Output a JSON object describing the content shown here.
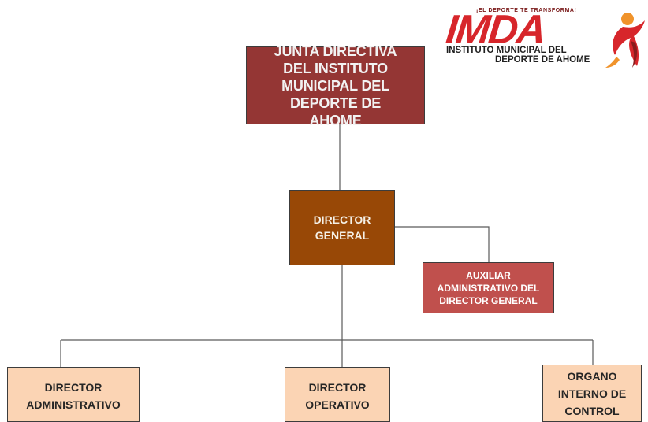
{
  "logo": {
    "slogan": "¡EL DEPORTE TE TRANSFORMA!",
    "wordmark": "IMDA",
    "subtitle_line1": "INSTITUTO MUNICIPAL DEL",
    "subtitle_line2": "DEPORTE DE AHOME",
    "colors": {
      "red": "#d7262b",
      "orange": "#f0932b"
    }
  },
  "boxes": {
    "junta": {
      "line1": "JUNTA DIRECTIVA",
      "line2": "DEL INSTITUTO",
      "line3": "MUNICIPAL DEL",
      "line4": "DEPORTE DE AHOME",
      "color": "#943634"
    },
    "director_general": {
      "line1": "DIRECTOR",
      "line2": "GENERAL",
      "color": "#984806"
    },
    "auxiliar": {
      "line1": "AUXILIAR",
      "line2": "ADMINISTRATIVO DEL",
      "line3": "DIRECTOR GENERAL",
      "color": "#c0504d"
    },
    "director_administrativo": {
      "line1": "DIRECTOR",
      "line2": "ADMINISTRATIVO",
      "color": "#fbd4b4"
    },
    "director_operativo": {
      "line1": "DIRECTOR",
      "line2": "OPERATIVO",
      "color": "#fbd4b4"
    },
    "organo": {
      "line1": "ORGANO",
      "line2": "INTERNO DE",
      "line3": "CONTROL",
      "color": "#fbd4b4"
    }
  }
}
